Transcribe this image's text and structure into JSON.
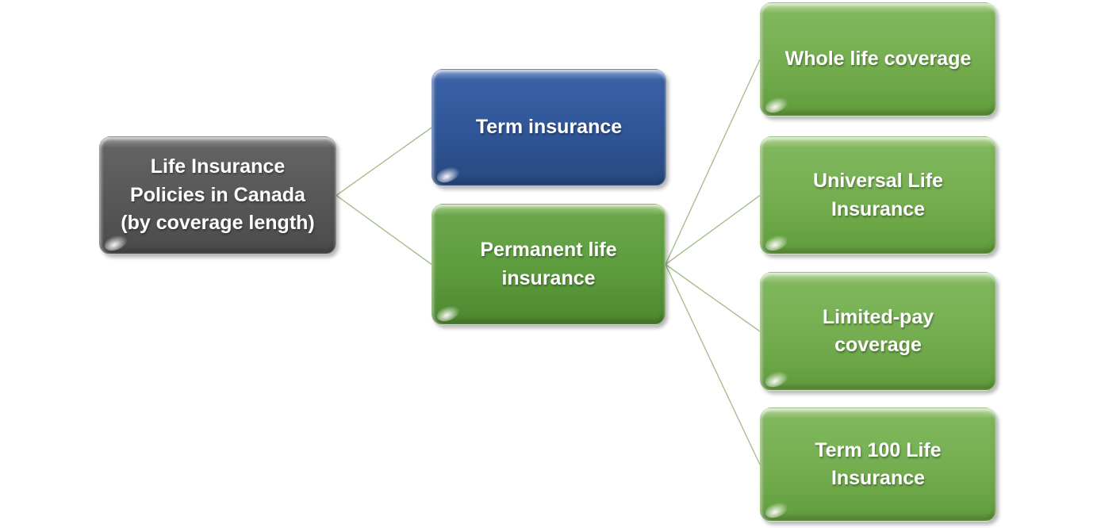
{
  "canvas": {
    "background": "#ffffff"
  },
  "diagram": {
    "type": "hierarchy",
    "connector_color": "#a6bf8e",
    "nodes": [
      {
        "id": "root",
        "label": "Life Insurance\nPolicies in Canada\n(by coverage length)",
        "color": "#595959",
        "text_color": "#ffffff"
      },
      {
        "id": "term",
        "label": "Term insurance",
        "color": "#2f5597",
        "text_color": "#ffffff"
      },
      {
        "id": "permanent",
        "label": "Permanent life\ninsurance",
        "color": "#5d9c3d",
        "text_color": "#ffffff"
      },
      {
        "id": "whole",
        "label": "Whole life coverage",
        "color": "#74ad4f",
        "text_color": "#ffffff"
      },
      {
        "id": "universal",
        "label": "Universal Life\nInsurance",
        "color": "#74ad4f",
        "text_color": "#ffffff"
      },
      {
        "id": "limited",
        "label": "Limited-pay\ncoverage",
        "color": "#74ad4f",
        "text_color": "#ffffff"
      },
      {
        "id": "term100",
        "label": "Term 100 Life\nInsurance",
        "color": "#74ad4f",
        "text_color": "#ffffff"
      }
    ],
    "edges": [
      {
        "from": "root",
        "to": "term"
      },
      {
        "from": "root",
        "to": "permanent"
      },
      {
        "from": "permanent",
        "to": "whole"
      },
      {
        "from": "permanent",
        "to": "universal"
      },
      {
        "from": "permanent",
        "to": "limited"
      },
      {
        "from": "permanent",
        "to": "term100"
      }
    ]
  }
}
